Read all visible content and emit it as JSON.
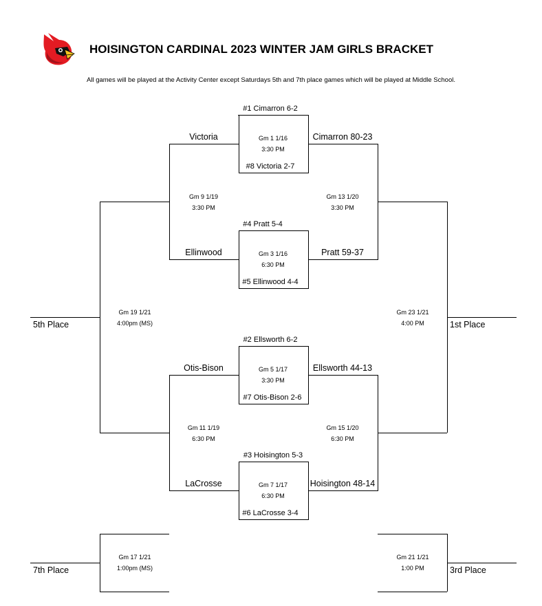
{
  "header": {
    "title": "HOISINGTON CARDINAL 2023 WINTER JAM GIRLS BRACKET",
    "subtitle": "All games will be played at the Activity Center except Saturdays 5th and 7th place games which will be played at Middle School."
  },
  "logo": {
    "icon": "cardinal-logo",
    "colors": {
      "red": "#e31b23",
      "dark_red": "#a4121a",
      "beak": "#f4c21f",
      "mask": "#111111"
    }
  },
  "round1": [
    {
      "top_seed": "#1 Cimarron 6-2",
      "bottom_seed": "#8 Victoria 2-7",
      "game": "Gm 1 1/16",
      "time": "3:30 PM",
      "loser": "Victoria",
      "winner": "Cimarron 80-23"
    },
    {
      "top_seed": "#4 Pratt 5-4",
      "bottom_seed": "#5 Ellinwood 4-4",
      "game": "Gm 3 1/16",
      "time": "6:30 PM",
      "loser": "Ellinwood",
      "winner": "Pratt 59-37"
    },
    {
      "top_seed": "#2 Ellsworth 6-2",
      "bottom_seed": "#7 Otis-Bison 2-6",
      "game": "Gm 5 1/17",
      "time": "3:30 PM",
      "loser": "Otis-Bison",
      "winner": "Ellsworth 44-13"
    },
    {
      "top_seed": "#3 Hoisington 5-3",
      "bottom_seed": "#6 LaCrosse 3-4",
      "game": "Gm 7 1/17",
      "time": "6:30 PM",
      "loser": "LaCrosse",
      "winner": "Hoisington 48-14"
    }
  ],
  "round2": [
    {
      "game": "Gm 9 1/19",
      "time": "3:30 PM"
    },
    {
      "game": "Gm 13 1/20",
      "time": "3:30 PM"
    },
    {
      "game": "Gm 11 1/19",
      "time": "6:30 PM"
    },
    {
      "game": "Gm 15 1/20",
      "time": "6:30 PM"
    }
  ],
  "finals": [
    {
      "game": "Gm 19 1/21",
      "time": "4:00pm (MS)",
      "place": "5th Place"
    },
    {
      "game": "Gm 23 1/21",
      "time": "4:00 PM",
      "place": "1st Place"
    },
    {
      "game": "Gm 17 1/21",
      "time": "1:00pm (MS)",
      "place": "7th Place"
    },
    {
      "game": "Gm 21 1/21",
      "time": "1:00 PM",
      "place": "3rd Place"
    }
  ]
}
